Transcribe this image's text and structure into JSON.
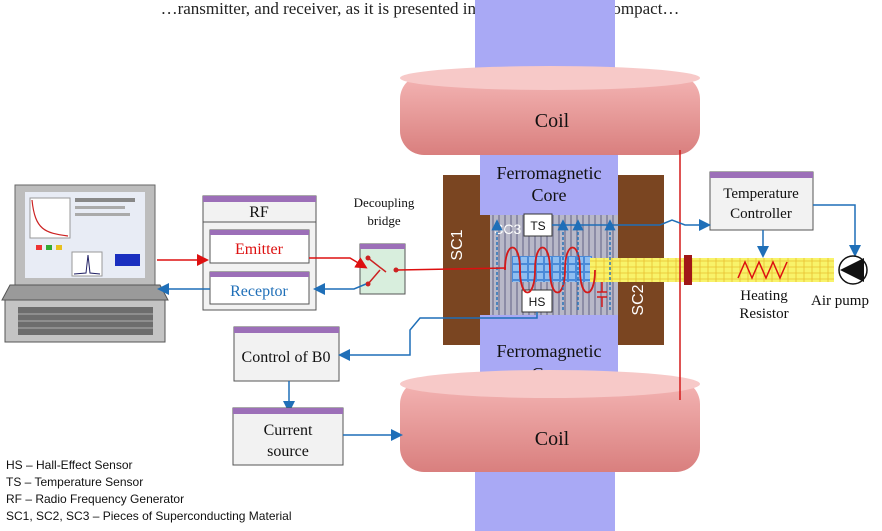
{
  "header_text": "…ransmitter, and receiver, as it is presented in the prototype of a compact…",
  "labels": {
    "coil_top": "Coil",
    "coil_bottom": "Coil",
    "core_top_line1": "Ferromagnetic",
    "core_top_line2": "Core",
    "core_bottom_line1": "Ferromagnetic",
    "core_bottom_line2": "Core",
    "sc1": "SC1",
    "sc2": "SC2",
    "sc3": "SC3",
    "ts": "TS",
    "hs": "HS",
    "rf": "RF",
    "emitter": "Emitter",
    "receptor": "Receptor",
    "decoupling_line1": "Decoupling",
    "decoupling_line2": "bridge",
    "temp_ctrl_line1": "Temperature",
    "temp_ctrl_line2": "Controller",
    "heating_line1": "Heating",
    "heating_line2": "Resistor",
    "air_pump": "Air pump",
    "control_b0": "Control of B0",
    "current_line1": "Current",
    "current_line2": "source"
  },
  "legend": [
    {
      "abbr": "HS",
      "desc": "Hall-Effect Sensor"
    },
    {
      "abbr": "TS",
      "desc": "Temperature Sensor"
    },
    {
      "abbr": "RF",
      "desc": "Radio Frequency Generator"
    },
    {
      "abbr": "SC1, SC2, SC3",
      "desc": "Pieces of Superconducting Material"
    }
  ],
  "colors": {
    "coil": "#e49392",
    "coil_top": "#f7c9c8",
    "core": "#a9a9f5",
    "sc": "#7a4521",
    "wire_blue": "#1f6fb8",
    "wire_red": "#dd1010",
    "box_stripe": "#9c6fb8",
    "tube": "#f8f36a"
  },
  "icons": [
    "computer-icon",
    "air-pump-icon",
    "heating-resistor-icon",
    "switch-icon",
    "capacitor-icon"
  ]
}
